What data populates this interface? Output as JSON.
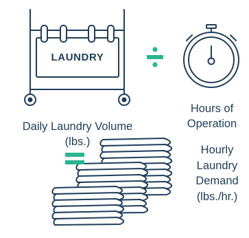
{
  "cart": {
    "sign_text": "LAUNDRY"
  },
  "labels": {
    "volume": [
      "Daily Laundry Volume",
      "(lbs.)"
    ],
    "hours": [
      "Hours of",
      "Operation"
    ],
    "demand": [
      "Hourly",
      "Laundry",
      "Demand",
      "(lbs./hr.)"
    ]
  },
  "operators": {
    "divide": "÷",
    "equals": "="
  },
  "colors": {
    "line": "#1f3d5a",
    "accent": "#2bb58e",
    "background": "#ffffff"
  },
  "icons": [
    "laundry-cart-icon",
    "divide-icon",
    "stopwatch-icon",
    "equals-icon",
    "folded-laundry-stacks-icon"
  ]
}
